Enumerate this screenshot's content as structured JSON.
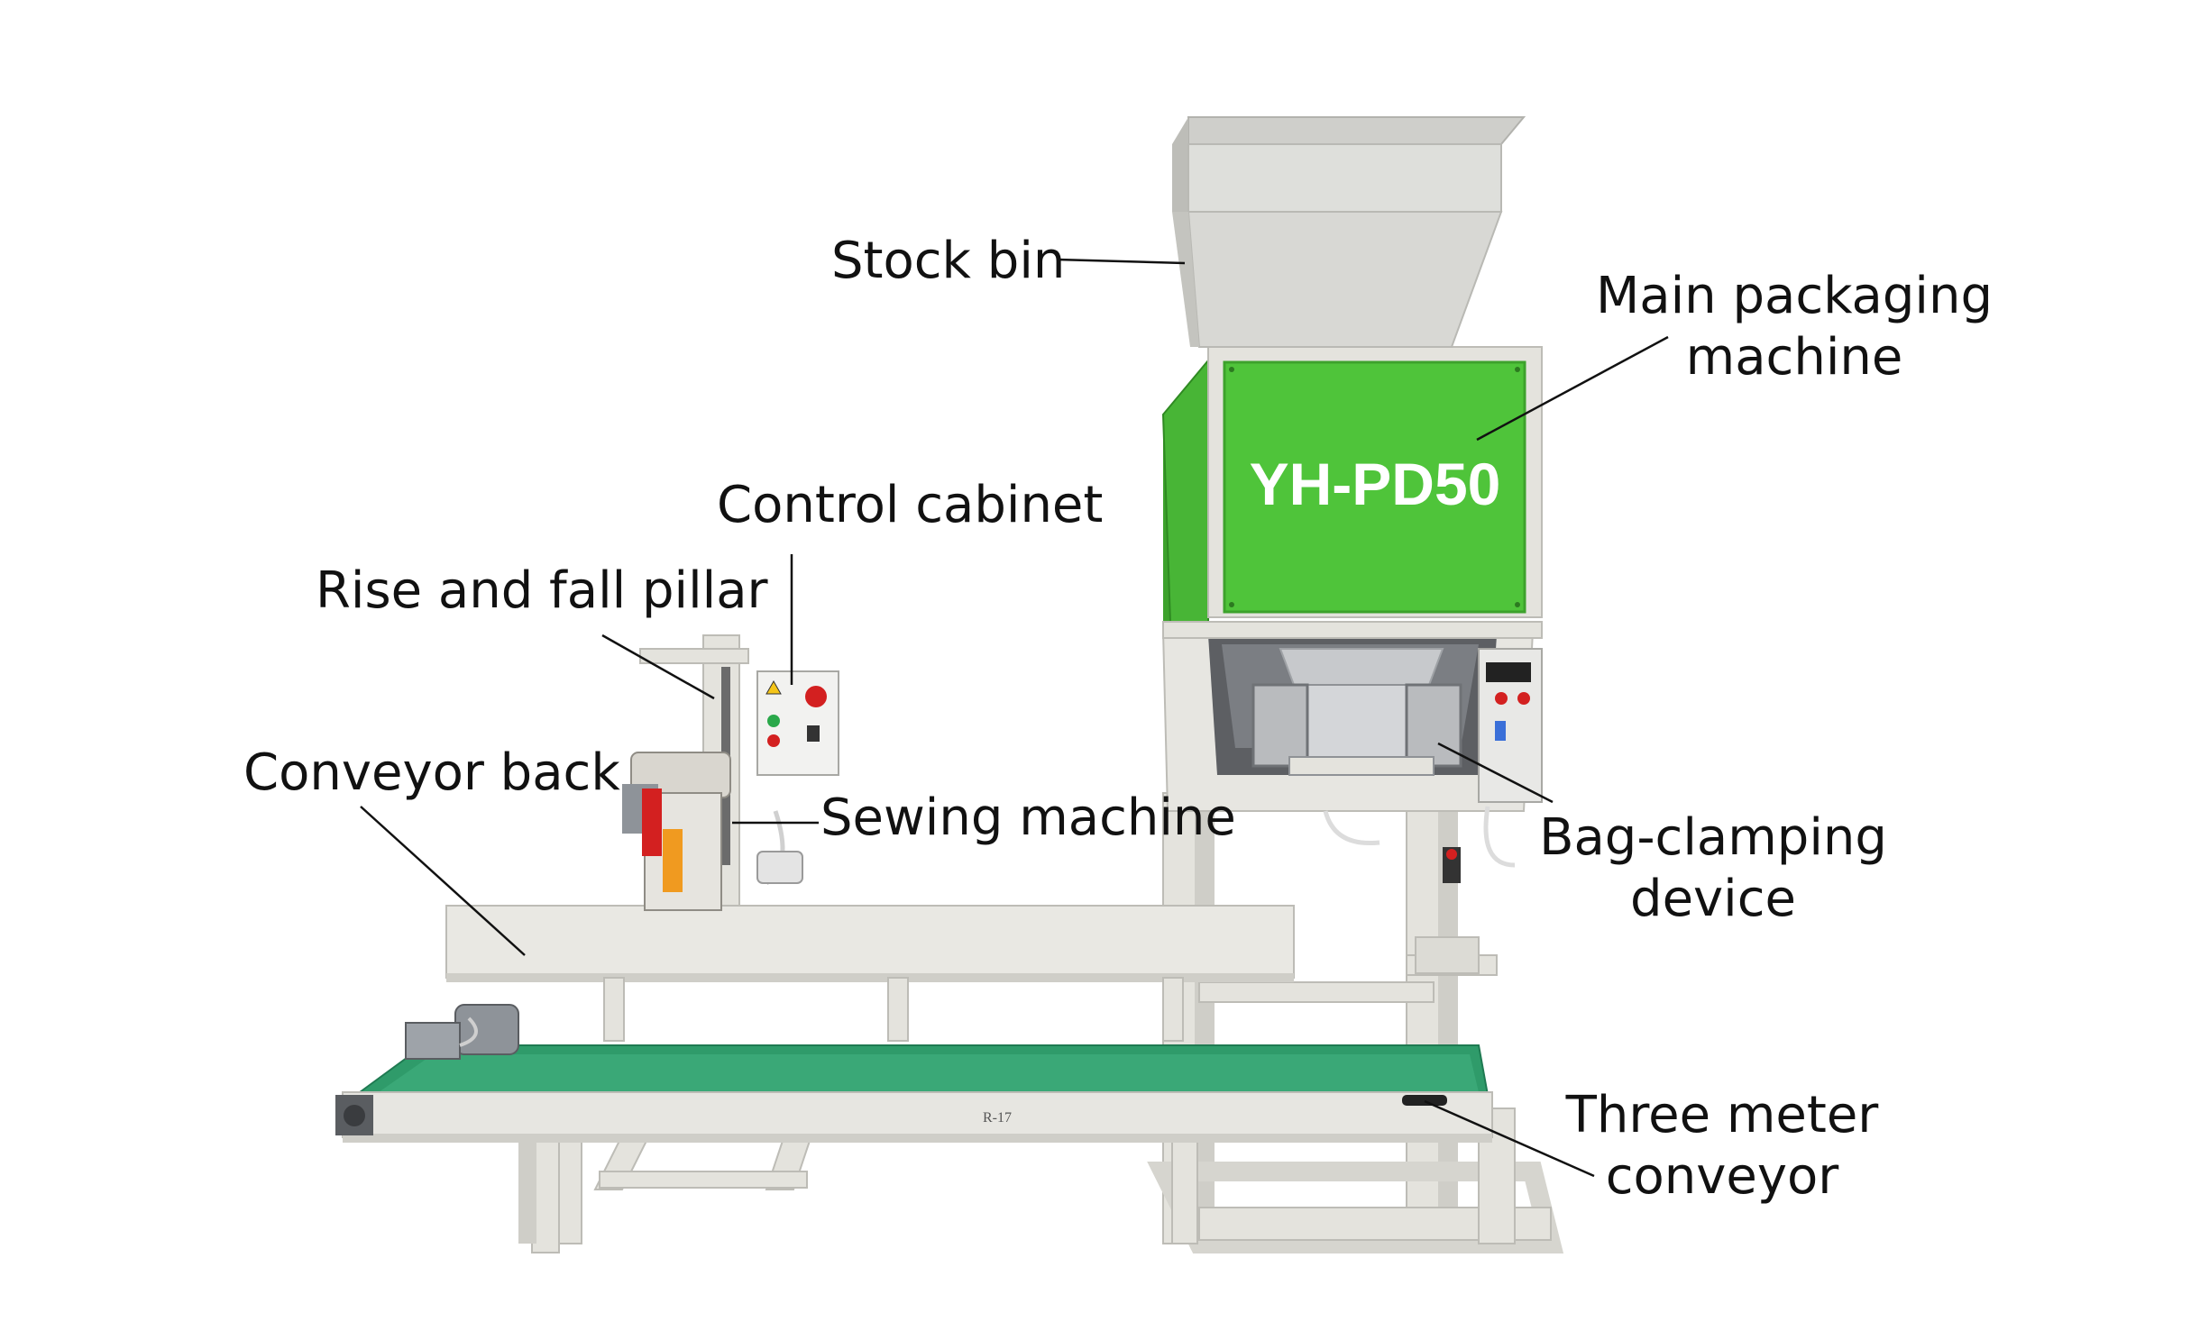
{
  "machine": {
    "model_label": "YH-PD50",
    "belt_marking": "R-17",
    "colors": {
      "frame": "#e4e3dd",
      "frame_shadow": "#c9c8c2",
      "panel_green": "#4fc43a",
      "panel_green_edge": "#3da22c",
      "belt_green": "#2f9b6a",
      "hopper": "#dcdcd8",
      "steel": "#c7c9cc",
      "cabinet": "#f0f0ee",
      "red": "#d32020",
      "motor": "#8e9399"
    }
  },
  "callouts": {
    "stock_bin": "Stock bin",
    "main_packaging_machine_line1": "Main packaging",
    "main_packaging_machine_line2": "machine",
    "control_cabinet": "Control cabinet",
    "rise_and_fall_pillar": "Rise and fall pillar",
    "conveyor_back": "Conveyor back",
    "sewing_machine": "Sewing machine",
    "bag_clamping_device_line1": "Bag-clamping",
    "bag_clamping_device_line2": "device",
    "three_meter_conveyor_line1": "Three meter",
    "three_meter_conveyor_line2": "conveyor"
  }
}
